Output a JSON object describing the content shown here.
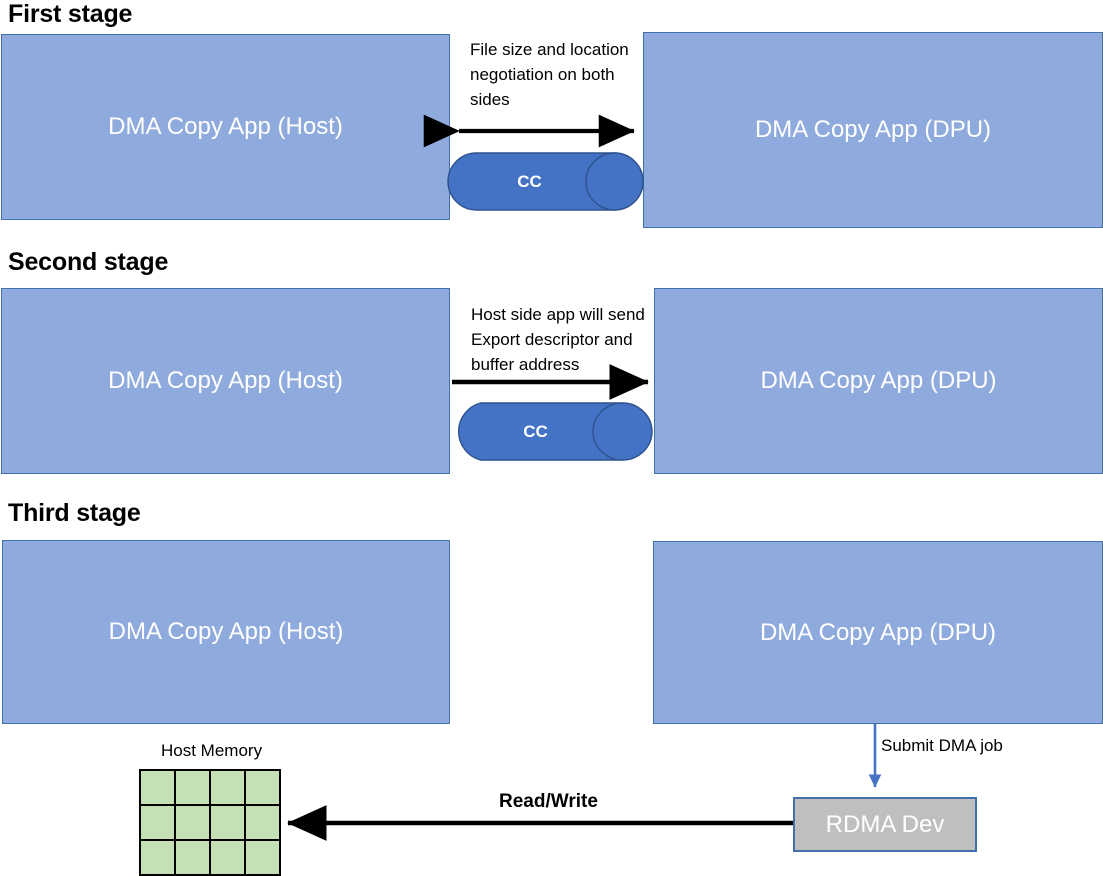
{
  "diagram": {
    "title": "DMA Copy App host/DPU three-stage flow",
    "colors": {
      "app_box_fill": "#8FAADC",
      "app_box_border": "#4170AD",
      "cc_fill": "#4472C4",
      "cc_border": "#2F528F",
      "memory_cell_fill": "#C5E0B4",
      "memory_cell_border": "#000000",
      "device_fill": "#BFBFBF",
      "device_border": "#4170AD",
      "arrow_black": "#000000",
      "arrow_blue": "#4472C4"
    }
  },
  "stages": [
    {
      "heading": "First stage",
      "host_box_label": "DMA Copy App (Host)",
      "dpu_box_label": "DMA Copy App (DPU)",
      "note": "File size and location negotiation on both sides",
      "channel_label": "CC",
      "arrow_direction": "bidirectional"
    },
    {
      "heading": "Second stage",
      "host_box_label": "DMA Copy App (Host)",
      "dpu_box_label": "DMA Copy App (DPU)",
      "note": "Host side app will send Export descriptor and buffer address",
      "channel_label": "CC",
      "arrow_direction": "left-to-right"
    },
    {
      "heading": "Third stage",
      "host_box_label": "DMA Copy App (Host)",
      "dpu_box_label": "DMA Copy App (DPU)",
      "memory_title": "Host Memory",
      "memory_grid": {
        "columns": 4,
        "rows": 3
      },
      "submit_label": "Submit DMA job",
      "device_label": "RDMA Dev",
      "transfer_label": "Read/Write",
      "arrow_direction": "right-to-left"
    }
  ]
}
